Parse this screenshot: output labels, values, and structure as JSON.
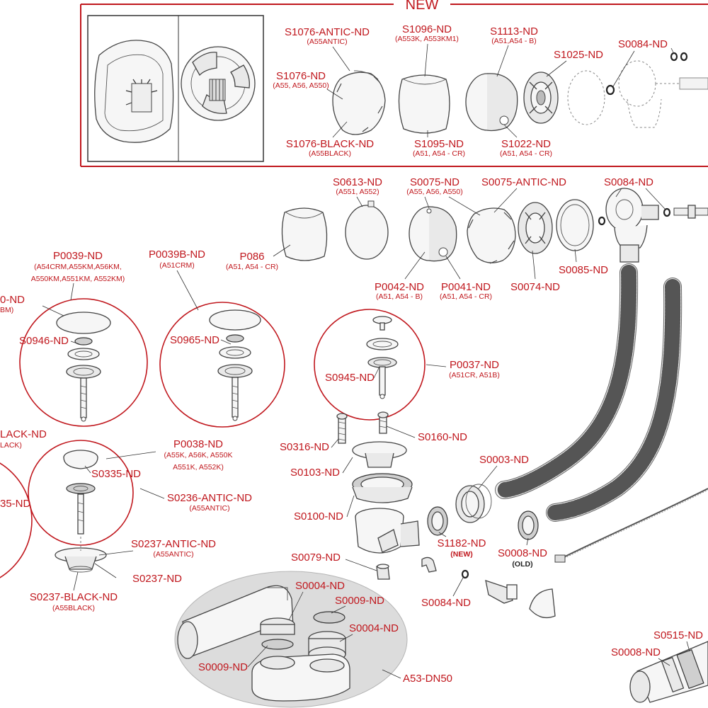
{
  "header": {
    "new_title": "NEW"
  },
  "new_box": {
    "labels": {
      "s1076_antic": {
        "code": "S1076-ANTIC-ND",
        "models": "(A55ANTIC)"
      },
      "s1076": {
        "code": "S1076-ND",
        "models": "(A55, A56, A550)"
      },
      "s1076_black": {
        "code": "S1076-BLACK-ND",
        "models": "(A55BLACK)"
      },
      "s1096": {
        "code": "S1096-ND",
        "models": "(A553K, A553KM1)"
      },
      "s1095": {
        "code": "S1095-ND",
        "models": "(A51, A54 - CR)"
      },
      "s1113": {
        "code": "S1113-ND",
        "models": "(A51,A54 - B)"
      },
      "s1025": {
        "code": "S1025-ND"
      },
      "s1022": {
        "code": "S1022-ND",
        "models": "(A51, A54 - CR)"
      },
      "s0084": {
        "code": "S0084-ND"
      }
    }
  },
  "main": {
    "labels": {
      "s0613": {
        "code": "S0613-ND",
        "models": "(A551, A552)"
      },
      "s0075": {
        "code": "S0075-ND",
        "models": "(A55, A56, A550)"
      },
      "s0075_antic": {
        "code": "S0075-ANTIC-ND"
      },
      "s0084": {
        "code": "S0084-ND"
      },
      "p086": {
        "code": "P086",
        "models": "(A51, A54 - CR)"
      },
      "p0042": {
        "code": "P0042-ND",
        "models": "(A51, A54 - B)"
      },
      "p0041": {
        "code": "P0041-ND",
        "models": "(A51, A54 - CR)"
      },
      "s0074": {
        "code": "S0074-ND"
      },
      "s0085": {
        "code": "S0085-ND"
      },
      "p0039": {
        "code": "P0039-ND",
        "models1": "(A54CRM,A55KM,A56KM,",
        "models2": "A550KM,A551KM, A552KM)"
      },
      "p0039b": {
        "code": "P0039B-ND",
        "models": "(A51CRM)"
      },
      "cut_nd": {
        "code": "0-ND",
        "models": "BM)"
      },
      "s0946": {
        "code": "S0946-ND"
      },
      "s0965": {
        "code": "S0965-ND"
      },
      "s0945": {
        "code": "S0945-ND"
      },
      "p0037": {
        "code": "P0037-ND",
        "models": "(A51CR, A51B)"
      },
      "cut_black": {
        "code": "LACK-ND",
        "models": "LACK)"
      },
      "cut_35": {
        "code": "35-ND"
      },
      "s0316": {
        "code": "S0316-ND"
      },
      "s0160": {
        "code": "S0160-ND"
      },
      "p0038": {
        "code": "P0038-ND",
        "models1": "(A55K, A56K, A550K",
        "models2": "A551K, A552K)"
      },
      "s0335": {
        "code": "S0335-ND"
      },
      "s0236_antic": {
        "code": "S0236-ANTIC-ND",
        "models": "(A55ANTIC)"
      },
      "s0103": {
        "code": "S0103-ND"
      },
      "s0003": {
        "code": "S0003-ND"
      },
      "s0100": {
        "code": "S0100-ND"
      },
      "s1182": {
        "code": "S1182-ND",
        "note": "(NEW)"
      },
      "s0008_old": {
        "code": "S0008-ND",
        "note": "(OLD)"
      },
      "s0237_antic": {
        "code": "S0237-ANTIC-ND",
        "models": "(A55ANTIC)"
      },
      "s0237": {
        "code": "S0237-ND"
      },
      "s0079": {
        "code": "S0079-ND"
      },
      "s0237_black": {
        "code": "S0237-BLACK-ND",
        "models": "(A55BLACK)"
      },
      "s0004_a": {
        "code": "S0004-ND"
      },
      "s0009_a": {
        "code": "S0009-ND"
      },
      "s0004_b": {
        "code": "S0004-ND"
      },
      "s0084_b": {
        "code": "S0084-ND"
      },
      "s0009_b": {
        "code": "S0009-ND"
      },
      "a53": {
        "code": "A53-DN50"
      },
      "s0515": {
        "code": "S0515-ND"
      },
      "s0008_b": {
        "code": "S0008-ND"
      }
    }
  },
  "colors": {
    "accent": "#c0171d",
    "line": "#333333",
    "part_fill": "#f6f6f6",
    "trap_bg": "#dcdcdc"
  }
}
